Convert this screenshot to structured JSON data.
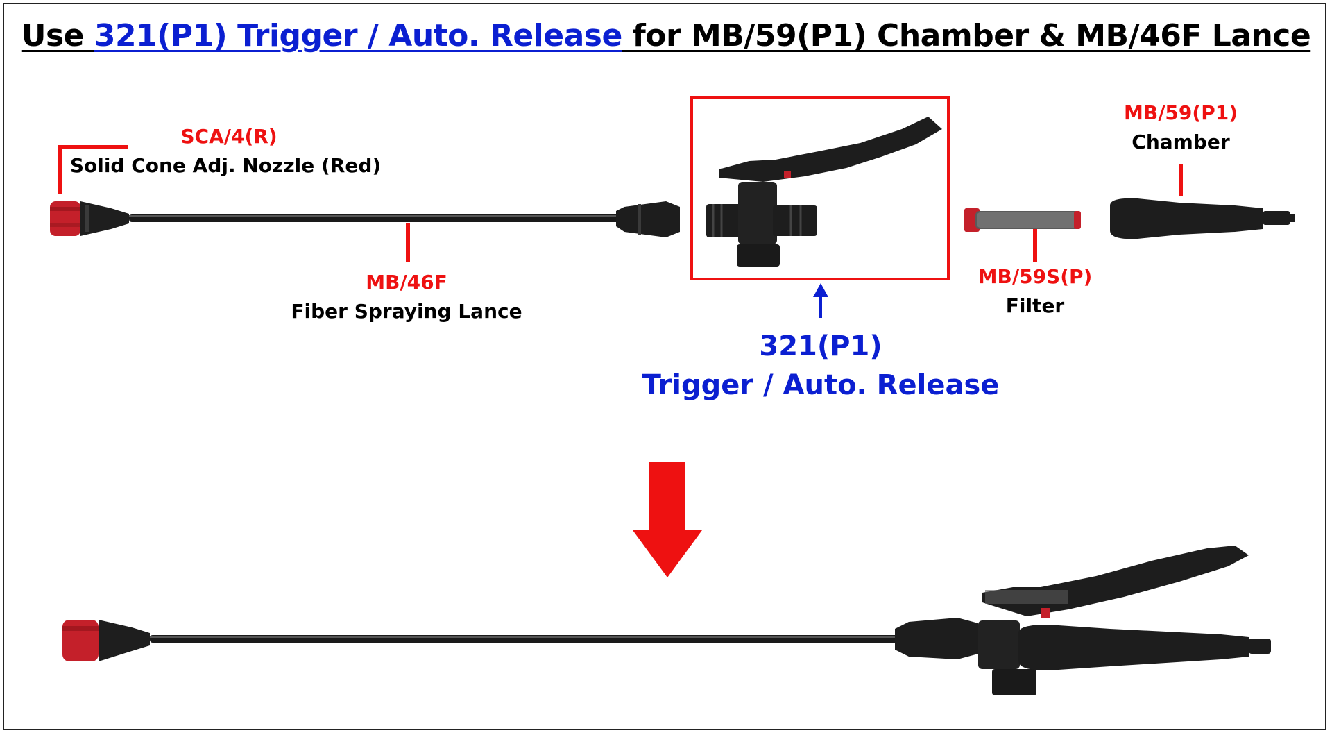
{
  "title": {
    "prefix": "Use ",
    "highlight": "321(P1) Trigger / Auto. Release",
    "suffix": " for MB/59(P1) Chamber & MB/46F Lance"
  },
  "labels": {
    "nozzle": {
      "code": "SCA/4(R)",
      "desc": "Solid Cone Adj. Nozzle (Red)"
    },
    "lance": {
      "code": "MB/46F",
      "desc": "Fiber Spraying Lance"
    },
    "trigger": {
      "code": "321(P1)",
      "desc": "Trigger / Auto. Release"
    },
    "filter": {
      "code": "MB/59S(P)",
      "desc": "Filter"
    },
    "chamber": {
      "code": "MB/59(P1)",
      "desc": "Chamber"
    }
  },
  "colors": {
    "accent_red": "#ee1111",
    "accent_blue": "#0b1fd1",
    "part_black": "#1a1a1a",
    "nozzle_red": "#c4202a"
  }
}
